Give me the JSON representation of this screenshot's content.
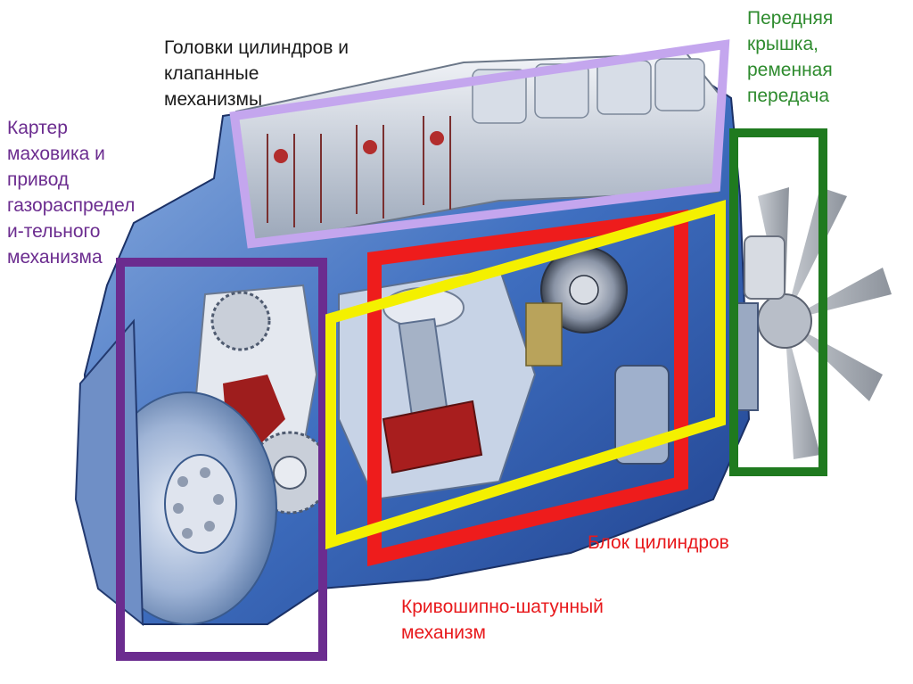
{
  "slide": {
    "labels": {
      "cylinder_heads": {
        "lines": [
          "Головки цилиндров и",
          "клапанные",
          "механизмы"
        ],
        "color": "#1a1a1a"
      },
      "flywheel_housing": {
        "lines": [
          "Картер",
          "маховика и",
          "привод",
          "газораспредел",
          "и-тельного",
          "механизма"
        ],
        "color": "#6b2c8f"
      },
      "front_cover": {
        "lines": [
          "Передняя",
          "крышка,",
          "ременная",
          "передача"
        ],
        "color": "#2e8b2e"
      },
      "cylinder_block": {
        "lines": [
          "Блок цилиндров"
        ],
        "color": "#e8191c"
      },
      "crank_mechanism": {
        "lines": [
          "Кривошипно-шатунный",
          "механизм"
        ],
        "color": "#e8191c"
      }
    },
    "frames": {
      "cylinder_heads": "#c4a6ee",
      "flywheel_housing": "#6b2c8f",
      "front_cover": "#1f7a1f",
      "cylinder_block": "#ee1c1c",
      "crank_mechanism": "#f4f000"
    }
  }
}
